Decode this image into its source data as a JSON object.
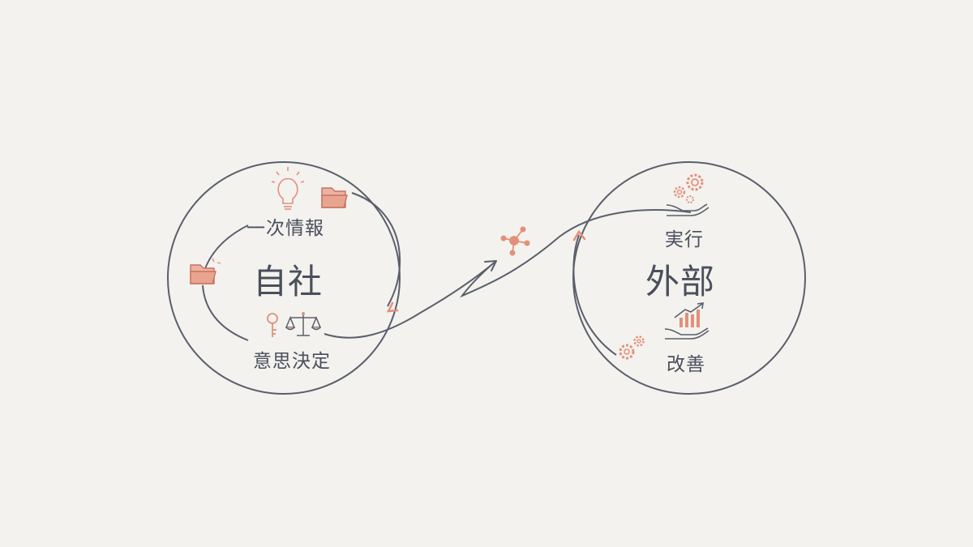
{
  "left": {
    "title": "自社",
    "labels": {
      "top": "一次情報",
      "bottom": "意思決定"
    }
  },
  "right": {
    "title": "外部",
    "labels": {
      "top": "実行",
      "bottom": "改善"
    }
  },
  "colors": {
    "background": "#f3f2ee",
    "line": "#5a5f6b",
    "accent": "#e2907a",
    "accent_fill": "#eab3a1",
    "text": "#4a4f5c"
  },
  "icons": {
    "left": [
      "lightbulb-icon",
      "folder-icon",
      "key-icon",
      "balance-scale-icon"
    ],
    "right": [
      "gears-hand-icon",
      "growth-chart-hand-icon",
      "gear-icon"
    ],
    "center": "network-node-icon"
  }
}
